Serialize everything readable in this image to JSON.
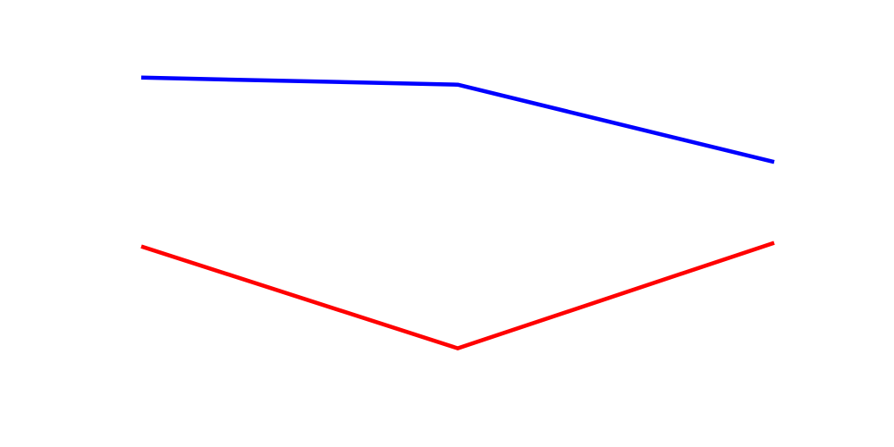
{
  "chart_data": {
    "type": "line",
    "x": [
      0,
      1,
      2
    ],
    "series": [
      {
        "color": "#0000ff",
        "values": [
          100,
          98,
          76
        ]
      },
      {
        "color": "#ff0000",
        "values": [
          52,
          23,
          53
        ]
      }
    ],
    "ylim": [
      0,
      117
    ],
    "grid": false
  }
}
